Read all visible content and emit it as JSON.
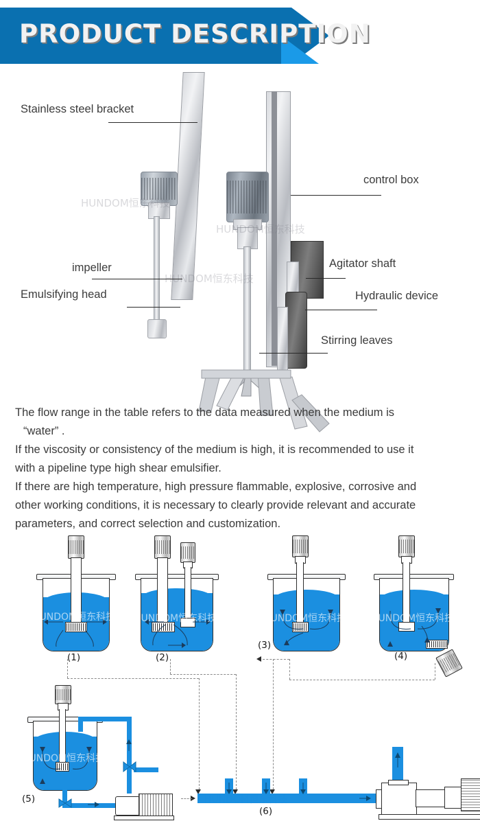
{
  "header": {
    "title": "PRODUCT DESCRIPTION",
    "bg_color": "#0a70b0",
    "accent_color": "#1a9ae8",
    "title_color": "#f2f2f2"
  },
  "photo": {
    "watermark": "HUNDOM恒东科技",
    "callouts": [
      {
        "label": "Stainless steel bracket",
        "side": "left"
      },
      {
        "label": "control box",
        "side": "right"
      },
      {
        "label": "impeller",
        "side": "left"
      },
      {
        "label": "Emulsifying head",
        "side": "left"
      },
      {
        "label": "Agitator shaft",
        "side": "right"
      },
      {
        "label": "Hydraulic device",
        "side": "right"
      },
      {
        "label": "Stirring leaves",
        "side": "right"
      }
    ]
  },
  "notes": {
    "line1": "The flow range in the table refers to the data measured when the medium is",
    "line2": "“water” .",
    "line3": "If the viscosity or consistency of the medium is high, it is recommended to use it",
    "line4": "with a pipeline type high shear emulsifier.",
    "line5": "If there are high temperature, high pressure flammable, explosive, corrosive and",
    "line6": "other working conditions, it is necessary to clearly provide relevant and accurate",
    "line7": "parameters, and correct selection and customization."
  },
  "diagrams": {
    "liquid_color": "#1b8fe0",
    "watermark": "HUNDOM恒东科技",
    "items": [
      {
        "number": "(1)",
        "name": "top-entry-emulsifier-tank"
      },
      {
        "number": "(2)",
        "name": "dual-shaft-mixer-emulsifier-tank"
      },
      {
        "number": "(3)",
        "name": "top-entry-long-shaft-tank"
      },
      {
        "number": "(4)",
        "name": "bottom-entry-emulsifier-tank"
      },
      {
        "number": "(5)",
        "name": "recirculation-loop-tank-with-pump"
      },
      {
        "number": "(6)",
        "name": "inline-pipeline-emulsifier"
      }
    ]
  }
}
